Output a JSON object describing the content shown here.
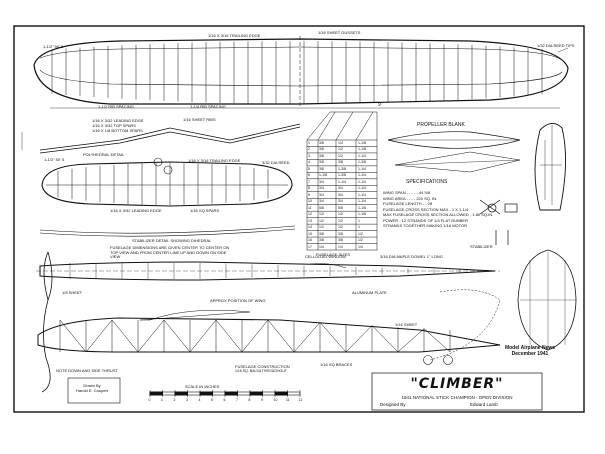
{
  "title": "\"CLIMBER\"",
  "subtitle": "1941 NATIONAL STICK CHAMPION - OPEN DIVISION",
  "designed_by_label": "Designed By",
  "designer": "Edward Lamb",
  "publisher": "Model Airplane News",
  "date": "December 1941",
  "drawn_by_label": "Drawn By",
  "drafter": "Harold E. Coupert",
  "wing": {
    "labels": {
      "dihedral_top": "1-1/2\" 50' 5",
      "trailing_edge": "1/16 x 3/16 TRAILING EDGE",
      "sheet_gussets": "1/16 SHEET GUSSETS",
      "wire_tips": "1/32 DIA REED TIPS",
      "rib_spacing_left": "1-1/2 RIB SPACING",
      "rib_spacing_center": "1-1/4 RIB SPACING",
      "span": "9'",
      "leading_edge": "1/16 x 3/32 LEADING EDGE",
      "top_spars": "1/16 x 3/32 TOP SPARS",
      "bottom_spars": "1/16 x 1/8 BOTTOM SPARS",
      "sheet_ribs": "1/16 SHEET RIBS",
      "polyhedral": "POLYHEDRAL DETAIL"
    }
  },
  "stab": {
    "labels": {
      "trailing_edge": "1/16 x 3/16 TRAILING EDGE",
      "reed": "3/32 DIA REED",
      "leading_edge": "1/16 x 3/32 LEADING EDGE",
      "spars": "1/16 SQ SPARS",
      "dihedral": "STABILIZER DETAIL SHOWING DIHEDRAL",
      "dim": "1-1/2\" 50' 5"
    }
  },
  "fuselage_sizes": {
    "title": "FUSELAGE SIZES",
    "rows": [
      [
        "1",
        "3/8",
        "1/4",
        "1-1/8"
      ],
      [
        "2",
        "3/8",
        "1/2",
        "1-1/8"
      ],
      [
        "3",
        "3/8",
        "1/2",
        "1-1/4"
      ],
      [
        "4",
        "3/8",
        "3/8",
        "1-3/8"
      ],
      [
        "5",
        "3/8",
        "1-3/8",
        "1-1/4"
      ],
      [
        "6",
        "1-1/8",
        "1-3/8",
        "1-1/4"
      ],
      [
        "7",
        "3/4",
        "1-1/4",
        "1-1/4"
      ],
      [
        "8",
        "3/4",
        "3/4",
        "1-1/4"
      ],
      [
        "9",
        "3/4",
        "3/4",
        "1-1/4"
      ],
      [
        "10",
        "3/4",
        "3/4",
        "1-1/4"
      ],
      [
        "11",
        "5/8",
        "5/8",
        "1-1/8"
      ],
      [
        "12",
        "1/2",
        "1/2",
        "1-1/8"
      ],
      [
        "13",
        "1/2",
        "1/2",
        "1"
      ],
      [
        "14",
        "1/2",
        "1/2",
        "1"
      ],
      [
        "15",
        "3/8",
        "3/8",
        "1/2"
      ],
      [
        "16",
        "3/8",
        "3/8",
        "1/2"
      ],
      [
        "17",
        "1/4",
        "1/4",
        "1/4"
      ]
    ]
  },
  "specs": {
    "title": "SPECIFICATIONS",
    "lines": [
      "WING SPAN - - - - - 44 5/8",
      "WING AREA - - - - 220 SQ. IN.",
      "FUSELAGE LENGTH - - 28",
      "FUSELAGE CROSS SECTION MAX - 1 X 1-1/4",
      "MAX FUSELAGE CROSS SECTION ALLOWED - 1.80 SQ.IN.",
      "POWER - 12 STRANDS OF 1/4 FLAT RUBBER",
      "STRANDS TOGETHER MAKING 1/16 MOTOR"
    ]
  },
  "prop": {
    "title": "PROPELLER BLANK"
  },
  "fuselage": {
    "labels": {
      "sheet": "1/8 SHEET",
      "celluloid": "CELLULOID WINDOW",
      "dowel": "3/16 DIA MAPLE DOWEL 1\" LONG",
      "plate": "ALUMINUM PLATE",
      "dims_note": "FUSELAGE DIMENSIONS ARE GIVEN CENTER TO CENTER ON TOP VIEW AND FROM CENTER LINE UP AND DOWN ON SIDE VIEW",
      "approx_wing": "APPROX POSITION OF WING",
      "construction": "FUSELAGE CONSTRUCTION",
      "construction_sub": "1/16 SQ. BALSA THROUGHOUT",
      "braces": "1/16 SQ BRACES",
      "sheet_gussets": "1/16 SHEET",
      "thrust": "NOTE DOWN AND SIDE THRUST",
      "stabilizer": "STABILIZER"
    }
  },
  "scale": {
    "label": "SCALE IN INCHES",
    "ticks": [
      "0",
      "1",
      "2",
      "3",
      "4",
      "5",
      "6",
      "7",
      "8",
      "9",
      "10",
      "11",
      "12"
    ]
  },
  "colors": {
    "ink": "#111111",
    "paper": "#ffffff"
  }
}
